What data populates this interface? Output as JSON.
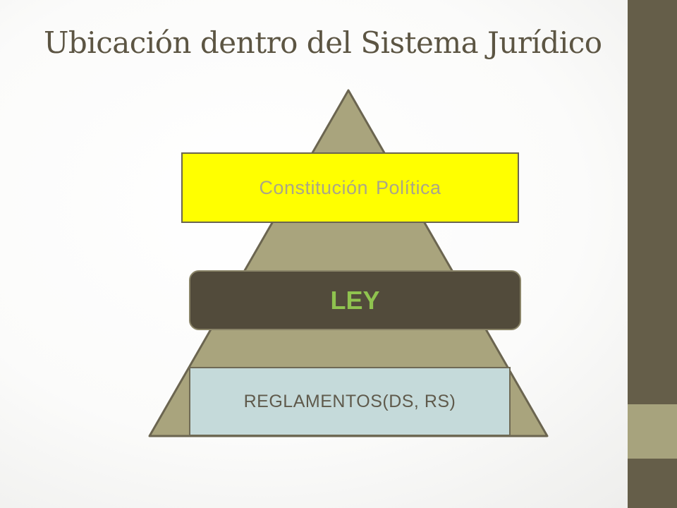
{
  "slide": {
    "title": "Ubicación dentro del Sistema Jurídico"
  },
  "pyramid": {
    "levels": [
      {
        "label": "Constitución Política",
        "fill": "#ffff00",
        "text_color": "#aaa687"
      },
      {
        "label": "LEY",
        "fill": "#524b3b",
        "text_color": "#8fc34f"
      },
      {
        "label": "REGLAMENTOS(DS, RS)",
        "fill": "#c5dada",
        "text_color": "#5f5a4c"
      }
    ],
    "triangle_fill": "#a9a47d",
    "triangle_stroke": "#6b6550"
  },
  "theme": {
    "side_bar_dark": "#655e49",
    "side_bar_light": "#a7a37d",
    "title_color": "#5c5543"
  }
}
